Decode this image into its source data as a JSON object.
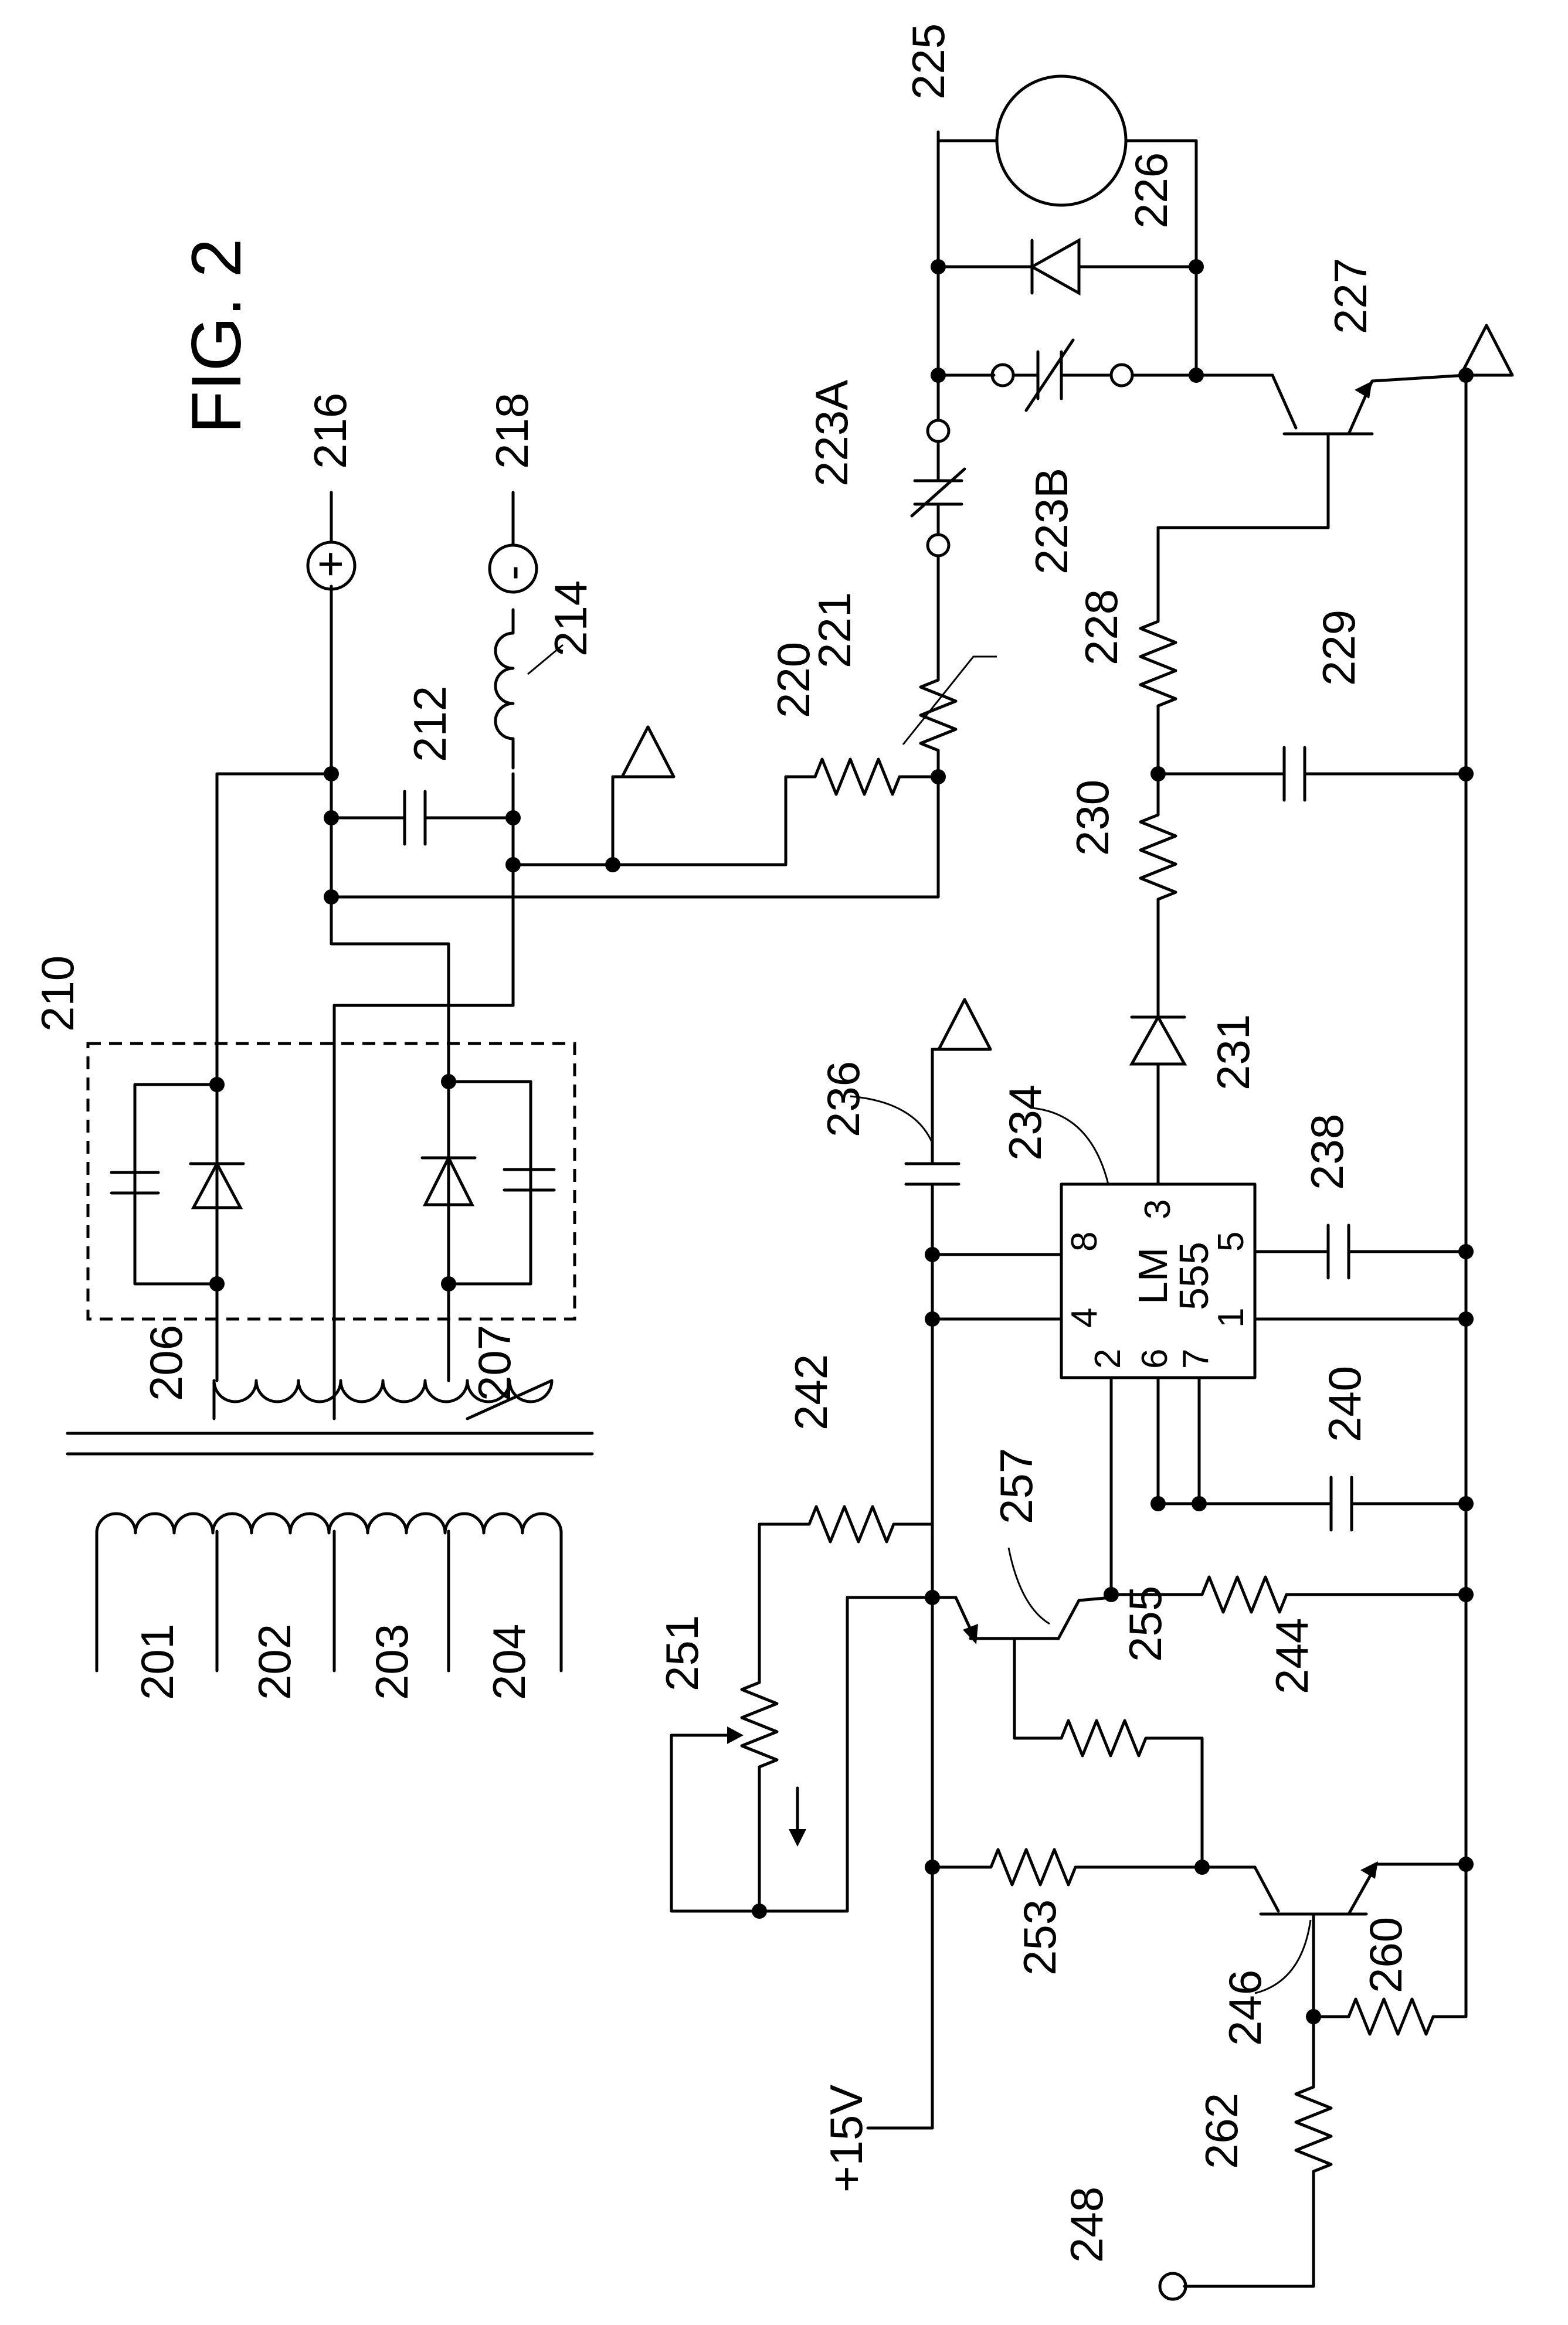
{
  "figure": {
    "title": "FIG. 2"
  },
  "labels": {
    "l201": "201",
    "l202": "202",
    "l203": "203",
    "l204": "204",
    "l206": "206",
    "l207": "207",
    "l210": "210",
    "l212": "212",
    "l214": "214",
    "l216": "216",
    "l218": "218",
    "l220": "220",
    "l221": "221",
    "l223A": "223A",
    "l223B": "223B",
    "l225": "225",
    "l226": "226",
    "l227": "227",
    "l228": "228",
    "l229": "229",
    "l230": "230",
    "l231": "231",
    "l234": "234",
    "l236": "236",
    "l238": "238",
    "l240": "240",
    "l242": "242",
    "l244": "244",
    "l246": "246",
    "l248": "248",
    "l251": "251",
    "l253": "253",
    "l255": "255",
    "l257": "257",
    "l260": "260",
    "l262": "262",
    "supply": "+15V"
  },
  "terminals": {
    "plus": "+",
    "minus": "-"
  },
  "chip": {
    "line1": "LM",
    "line2": "555",
    "pins": {
      "p1": "1",
      "p2": "2",
      "p3": "3",
      "p4": "4",
      "p5": "5",
      "p6": "6",
      "p7": "7",
      "p8": "8"
    }
  }
}
